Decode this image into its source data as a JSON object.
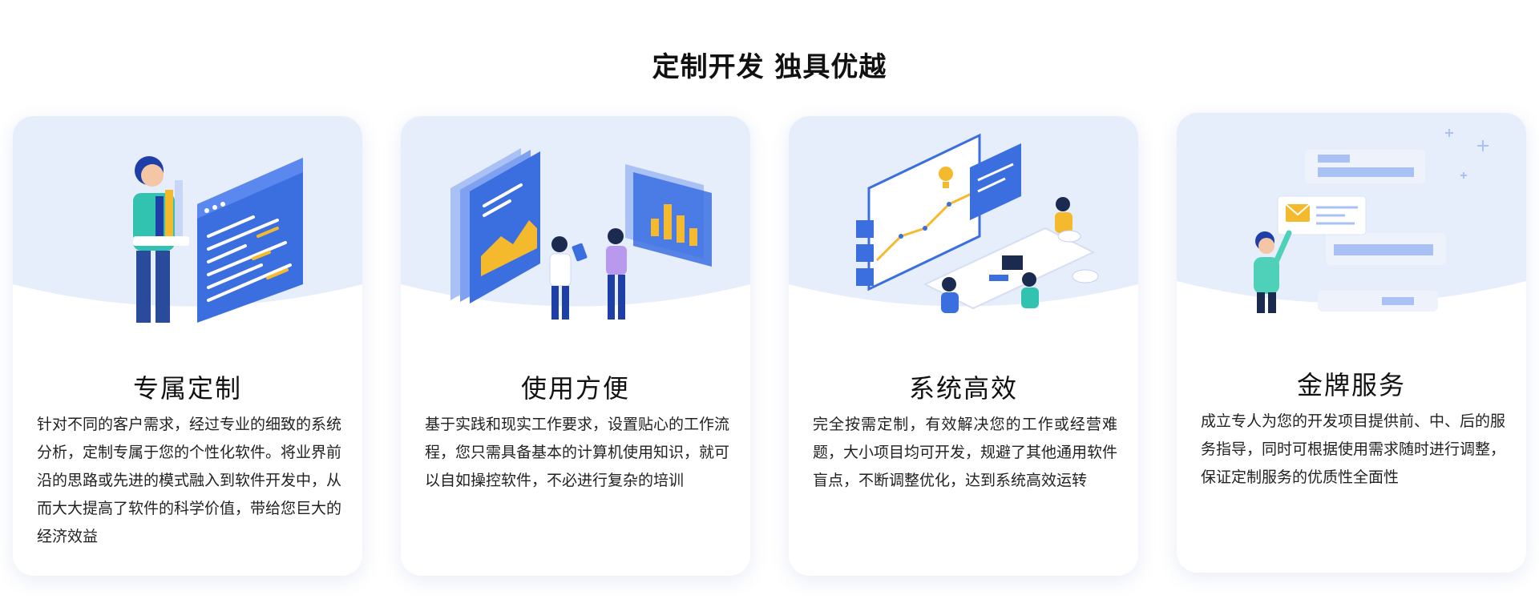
{
  "section": {
    "title": "定制开发 独具优越"
  },
  "colors": {
    "accent": "#3b6fe0",
    "light_blue": "#e6edfb",
    "yellow": "#f5b92e"
  },
  "cards": [
    {
      "title": "专属定制",
      "description": "针对不同的客户需求，经过专业的细致的系统分析，定制专属于您的个性化软件。将业界前沿的思路或先进的模式融入到软件开发中，从而大大提高了软件的科学价值，带给您巨大的经济效益",
      "illustration": "developer-code-screen-illustration"
    },
    {
      "title": "使用方便",
      "description": "基于实践和现实工作要求，设置贴心的工作流程，您只需具备基本的计算机使用知识，就可以自如操控软件，不必进行复杂的培训",
      "illustration": "people-viewing-charts-illustration"
    },
    {
      "title": "系统高效",
      "description": "完全按需定制，有效解决您的工作或经营难题，大小项目均可开发，规避了其他通用软件盲点，不断调整优化，达到系统高效运转",
      "illustration": "team-office-dashboard-illustration"
    },
    {
      "title": "金牌服务",
      "description": "成立专人为您的开发项目提供前、中、后的服务指导，同时可根据使用需求随时进行调整，保证定制服务的优质性全面性",
      "illustration": "support-messages-illustration"
    }
  ]
}
